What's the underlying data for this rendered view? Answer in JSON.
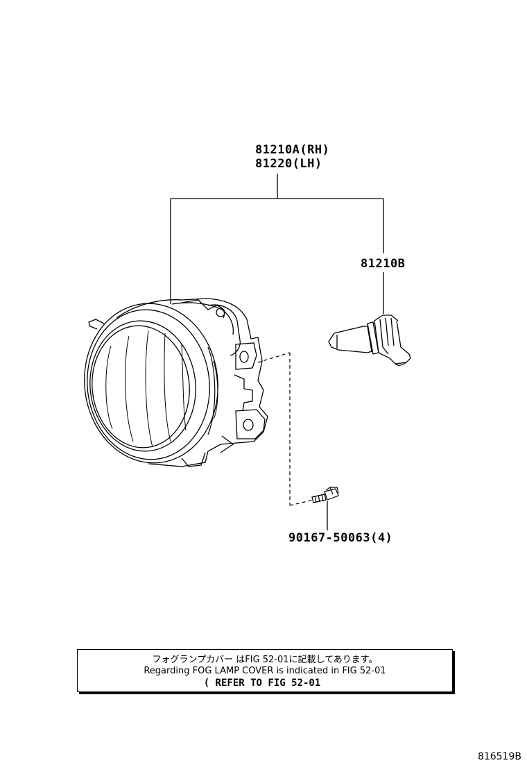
{
  "parts": {
    "lamp_assy_rh": "81210A(RH)",
    "lamp_assy_lh": "81220(LH)",
    "bulb": "81210B",
    "screw": "90167-50063(4)"
  },
  "note": {
    "line1": "フォグランプカバー はFIG 52-01に記載してあります。",
    "line2": "Regarding FOG LAMP COVER is indicated in FIG 52-01",
    "line3": "(  REFER TO FIG 52-01"
  },
  "diagram_id": "816519B",
  "icons": [
    "fog-lamp-icon",
    "bulb-icon",
    "screw-icon"
  ]
}
